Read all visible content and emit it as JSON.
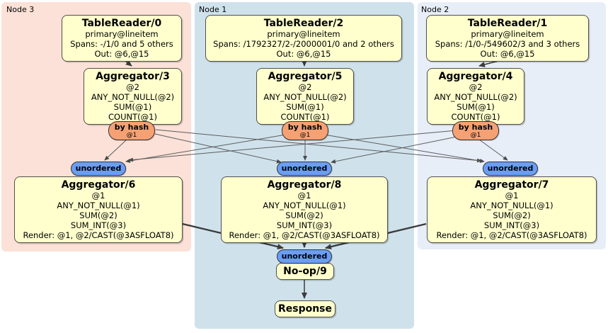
{
  "regions": [
    {
      "label": "Node 3"
    },
    {
      "label": "Node 1"
    },
    {
      "label": "Node 2"
    }
  ],
  "processors": {
    "tr0": {
      "title": "TableReader/0",
      "lines": [
        "primary@lineitem",
        "Spans: -/1/0 and 5 others",
        "Out: @6,@15"
      ]
    },
    "tr2": {
      "title": "TableReader/2",
      "lines": [
        "primary@lineitem",
        "Spans: /1792327/2-/2000001/0 and 2 others",
        "Out: @6,@15"
      ]
    },
    "tr1": {
      "title": "TableReader/1",
      "lines": [
        "primary@lineitem",
        "Spans: /1/0-/549602/3 and 3 others",
        "Out: @6,@15"
      ]
    },
    "agg3": {
      "title": "Aggregator/3",
      "lines": [
        "@2",
        "ANY_NOT_NULL(@2)",
        "SUM(@1)",
        "COUNT(@1)"
      ]
    },
    "agg5": {
      "title": "Aggregator/5",
      "lines": [
        "@2",
        "ANY_NOT_NULL(@2)",
        "SUM(@1)",
        "COUNT(@1)"
      ]
    },
    "agg4": {
      "title": "Aggregator/4",
      "lines": [
        "@2",
        "ANY_NOT_NULL(@2)",
        "SUM(@1)",
        "COUNT(@1)"
      ]
    },
    "agg6": {
      "title": "Aggregator/6",
      "lines": [
        "@1",
        "ANY_NOT_NULL(@1)",
        "SUM(@2)",
        "SUM_INT(@3)",
        "Render: @1, @2/CAST(@3ASFLOAT8)"
      ]
    },
    "agg8": {
      "title": "Aggregator/8",
      "lines": [
        "@1",
        "ANY_NOT_NULL(@1)",
        "SUM(@2)",
        "SUM_INT(@3)",
        "Render: @1, @2/CAST(@3ASFLOAT8)"
      ]
    },
    "agg7": {
      "title": "Aggregator/7",
      "lines": [
        "@1",
        "ANY_NOT_NULL(@1)",
        "SUM(@2)",
        "SUM_INT(@3)",
        "Render: @1, @2/CAST(@3ASFLOAT8)"
      ]
    },
    "noop": {
      "title": "No-op/9"
    },
    "response": {
      "title": "Response"
    }
  },
  "routers": {
    "hash_label": "by hash",
    "hash_sub": "@1",
    "unordered_label": "unordered"
  },
  "colors": {
    "region_node3": "#fbe1d7",
    "region_node1": "#cfe2ec",
    "region_node2": "#e8eef8",
    "processor_fill": "#ffffcd",
    "hash_router_fill": "#f6a173",
    "unordered_fill": "#6a9ef5",
    "edge": "#5c5c5c"
  }
}
